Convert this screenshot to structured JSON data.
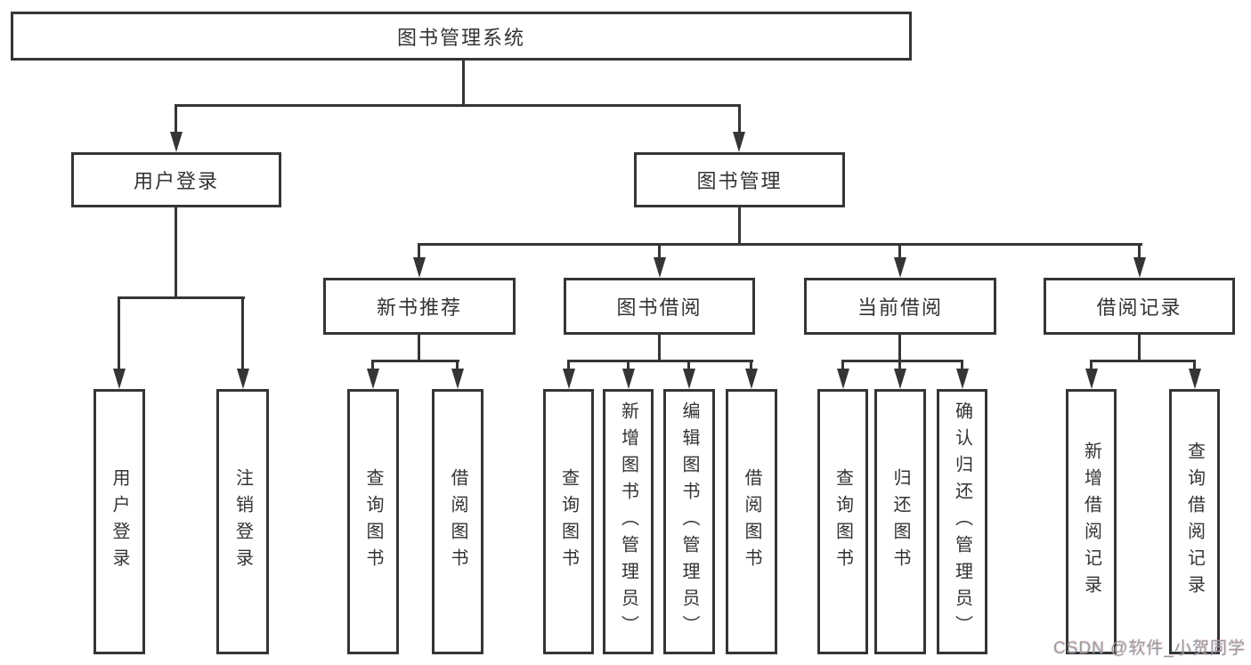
{
  "diagram_type": "hierarchy-tree",
  "colors": {
    "line": "#353535",
    "box_border": "#353535",
    "text": "#333333",
    "background": "#ffffff",
    "watermark": "#9b9b9b"
  },
  "hierarchy": {
    "label": "图书管理系统",
    "children": [
      {
        "label": "用户登录",
        "children": [
          {
            "label": "用户登录"
          },
          {
            "label": "注销登录"
          }
        ]
      },
      {
        "label": "图书管理",
        "children": [
          {
            "label": "新书推荐",
            "children": [
              {
                "label": "查询图书"
              },
              {
                "label": "借阅图书"
              }
            ]
          },
          {
            "label": "图书借阅",
            "children": [
              {
                "label": "查询图书"
              },
              {
                "label": "新增图书（管理员）"
              },
              {
                "label": "编辑图书（管理员）"
              },
              {
                "label": "借阅图书"
              }
            ]
          },
          {
            "label": "当前借阅",
            "children": [
              {
                "label": "查询图书"
              },
              {
                "label": "归还图书"
              },
              {
                "label": "确认归还（管理员）"
              }
            ]
          },
          {
            "label": "借阅记录",
            "children": [
              {
                "label": "新增借阅记录"
              },
              {
                "label": "查询借阅记录"
              }
            ]
          }
        ]
      }
    ]
  },
  "watermark": {
    "text": "CSDN @软件_小贺同学"
  }
}
